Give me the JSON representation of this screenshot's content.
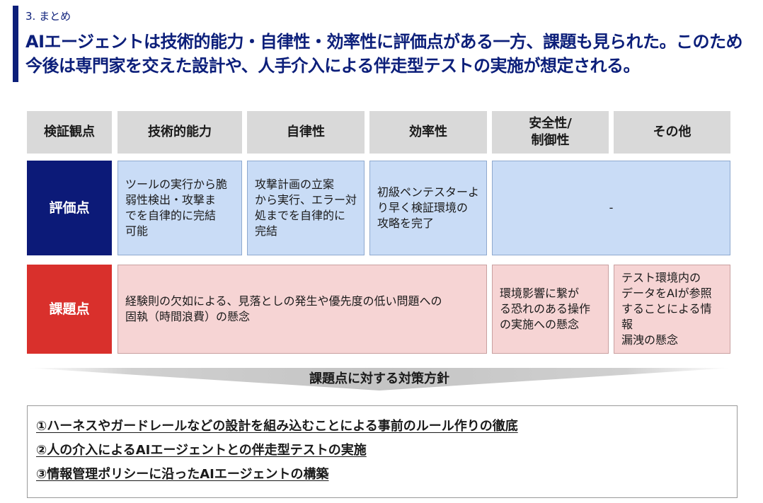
{
  "section_label": "3. まとめ",
  "headline": "AIエージェントは技術的能力・自律性・効率性に評価点がある一方、課題も見られた。このため今後は専門家を交えた設計や、人手介入による伴走型テストの実施が想定される。",
  "table": {
    "headers": [
      "検証観点",
      "技術的能力",
      "自律性",
      "効率性",
      "安全性/\n制御性",
      "その他"
    ],
    "eval_row": {
      "label": "評価点",
      "cells": [
        "ツールの実行から脆\n弱性検出・攻撃ま\nでを自律的に完結\n可能",
        "攻撃計画の立案\nから実行、エラー対\n処までを自律的に\n完結",
        "初級ペンテスターよ\nり早く検証環境の\n攻略を完了",
        "-"
      ]
    },
    "issue_row": {
      "label": "課題点",
      "cells": [
        "経験則の欠如による、見落としの発生や優先度の低い問題への\n固執（時間浪費）の懸念",
        "環境影響に繋が\nる恐れのある操作\nの実施への懸念",
        "テスト環境内の\nデータをAIが参照\nすることによる情報\n漏洩の懸念"
      ]
    }
  },
  "countermeasure_heading": "課題点に対する対策方針",
  "policies": [
    "①ハーネスやガードレールなどの設計を組み込むことによる事前のルール作りの徹底",
    "②人の介入によるAIエージェントとの伴走型テストの実施",
    "③情報管理ポリシーに沿ったAIエージェントの構築"
  ],
  "colors": {
    "accent_navy": "#0c1f7a",
    "eval_header": "#0c1a78",
    "issue_header": "#d9302c",
    "eval_fill": "#c9dcf6",
    "issue_fill": "#f6d4d4",
    "header_fill": "#d9d9d9"
  }
}
